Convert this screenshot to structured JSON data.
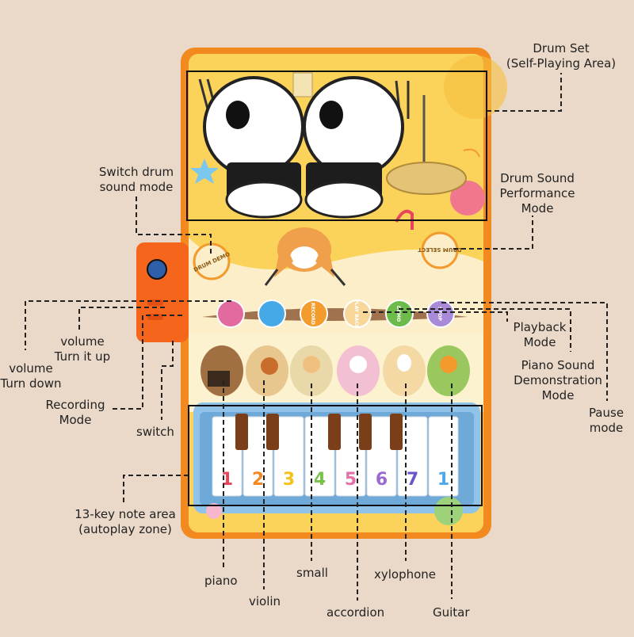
{
  "labels": {
    "drum_set": [
      "Drum Set",
      "(Self-Playing Area)"
    ],
    "switch_drum": [
      "Switch drum",
      "sound mode"
    ],
    "drum_perf": [
      "Drum Sound",
      "Performance",
      "Mode"
    ],
    "volume_up": [
      "volume",
      "Turn it up"
    ],
    "volume_down": [
      "volume",
      "Turn down"
    ],
    "recording": [
      "Recording",
      "Mode"
    ],
    "switch": "switch",
    "playback": [
      "Playback",
      "Mode"
    ],
    "piano_demo": [
      "Piano Sound",
      "Demonstration",
      "Mode"
    ],
    "pause": [
      "Pause",
      "mode"
    ],
    "note_area": [
      "13-key note area",
      "(autoplay zone)"
    ],
    "piano": "piano",
    "violin": "violin",
    "small": "small",
    "accordion": "accordion",
    "xylophone": "xylophone",
    "guitar": "Guitar"
  },
  "mat_text": {
    "drum_demo": "DRUM DEMO",
    "drum_select": "DRUM SELECT",
    "mode_buttons": [
      "",
      "",
      "RECORD",
      "PLAY BACK",
      "DEMO",
      "STOP"
    ]
  },
  "keys": [
    "1",
    "2",
    "3",
    "4",
    "5",
    "6",
    "7",
    "1"
  ],
  "colors": {
    "mat_orange": "#f38a1f",
    "mat_yellow": "#fbd35a",
    "key_border": "#8fc3ea",
    "note_colors": [
      "#e8455d",
      "#f28a24",
      "#f5c21b",
      "#79c24a",
      "#e26fa6",
      "#9b6ad0",
      "#6b54c9",
      "#4fa9e8"
    ],
    "mode_colors": [
      "#e36a9f",
      "#45a9e8",
      "#f49b2e",
      "#f7d79a",
      "#6dbb4a",
      "#a98ad8"
    ]
  }
}
